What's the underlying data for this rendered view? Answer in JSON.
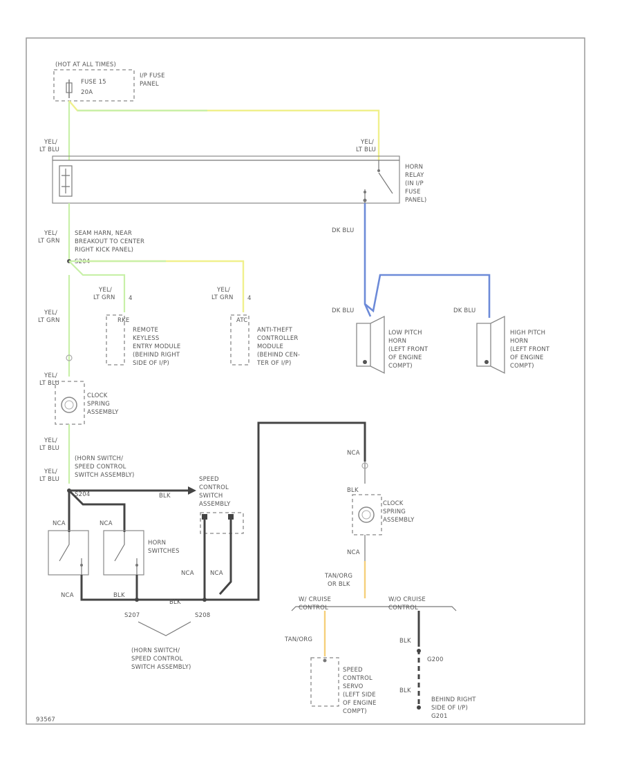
{
  "colors": {
    "lt_grn": "#c8f0a8",
    "yellow": "#f0f08c",
    "dk_blu": "#6c8ad8",
    "black": "#444444",
    "tan_org": "#f5cf7a",
    "line_gray": "#888888"
  },
  "labels": {
    "fuse_hot": "(HOT AT ALL TIMES)",
    "fuse_name": "FUSE 15",
    "fuse_amps": "20A",
    "fuse_panel_1": "I/P FUSE",
    "fuse_panel_2": "PANEL",
    "wire_yel": "YEL/",
    "wire_lt_blu": "LT BLU",
    "wire_lt_grn": "LT GRN",
    "horn_relay_1": "HORN",
    "horn_relay_2": "RELAY",
    "horn_relay_3": "(IN I/P",
    "horn_relay_4": "FUSE",
    "horn_relay_5": "PANEL)",
    "splice_1": "SEAM HARN, NEAR",
    "splice_2": "BREAKOUT TO CENTER",
    "splice_3": "RIGHT KICK PANEL)",
    "splice_id": "S204",
    "pin_4": "4",
    "pin_rke": "RKE",
    "pin_atc": "ATC",
    "rke_1": "REMOTE",
    "rke_2": "KEYLESS",
    "rke_3": "ENTRY MODULE",
    "rke_4": "(BEHIND RIGHT",
    "rke_5": "SIDE OF I/P)",
    "atc_1": "ANTI-THEFT",
    "atc_2": "CONTROLLER",
    "atc_3": "MODULE",
    "atc_4": "(BEHIND CEN-",
    "atc_5": "TER OF I/P)",
    "dk_blu": "DK BLU",
    "low_horn_1": "LOW PITCH",
    "low_horn_2": "HORN",
    "low_horn_3": "(LEFT FRONT",
    "low_horn_4": "OF ENGINE",
    "low_horn_5": "COMPT)",
    "high_horn_1": "HIGH PITCH",
    "high_horn_2": "HORN",
    "high_horn_3": "(LEFT FRONT",
    "high_horn_4": "OF ENGINE",
    "high_horn_5": "COMPT)",
    "clock_1": "CLOCK",
    "clock_2": "SPRING",
    "clock_3": "ASSEMBLY",
    "horn_switch_1": "(HORN SWITCH/",
    "horn_switch_2": "SPEED CONTROL",
    "horn_switch_3": "SWITCH ASSEMBLY)",
    "speed_switch_1": "SPEED",
    "speed_switch_2": "CONTROL",
    "speed_switch_3": "SWITCH",
    "speed_switch_4": "ASSEMBLY",
    "nca": "NCA",
    "blk": "BLK",
    "blk_small": "BLK",
    "horn_switches_1": "HORN",
    "horn_switches_2": "SWITCHES",
    "s_left": "S207",
    "s_right": "S208",
    "bottom_group_1": "(HORN SWITCH/",
    "bottom_group_2": "SPEED CONTROL",
    "bottom_group_3": "SWITCH ASSEMBLY)",
    "tan_org_1": "TAN/ORG",
    "tan_org_2": "OR BLK",
    "tan_org": "TAN/ORG",
    "w_cruise_1": "W/ CRUISE",
    "w_cruise_2": "CONTROL",
    "wo_cruise_1": "W/O CRUISE",
    "wo_cruise_2": "CONTROL",
    "servo_1": "SPEED",
    "servo_2": "CONTROL",
    "servo_3": "SERVO",
    "servo_4": "(LEFT SIDE",
    "servo_5": "OF ENGINE",
    "servo_6": "COMPT)",
    "g_id": "G200",
    "ground_1": "BEHIND RIGHT",
    "ground_2": "SIDE OF I/P)",
    "ground_3": "G201",
    "footer_id": "93567"
  }
}
